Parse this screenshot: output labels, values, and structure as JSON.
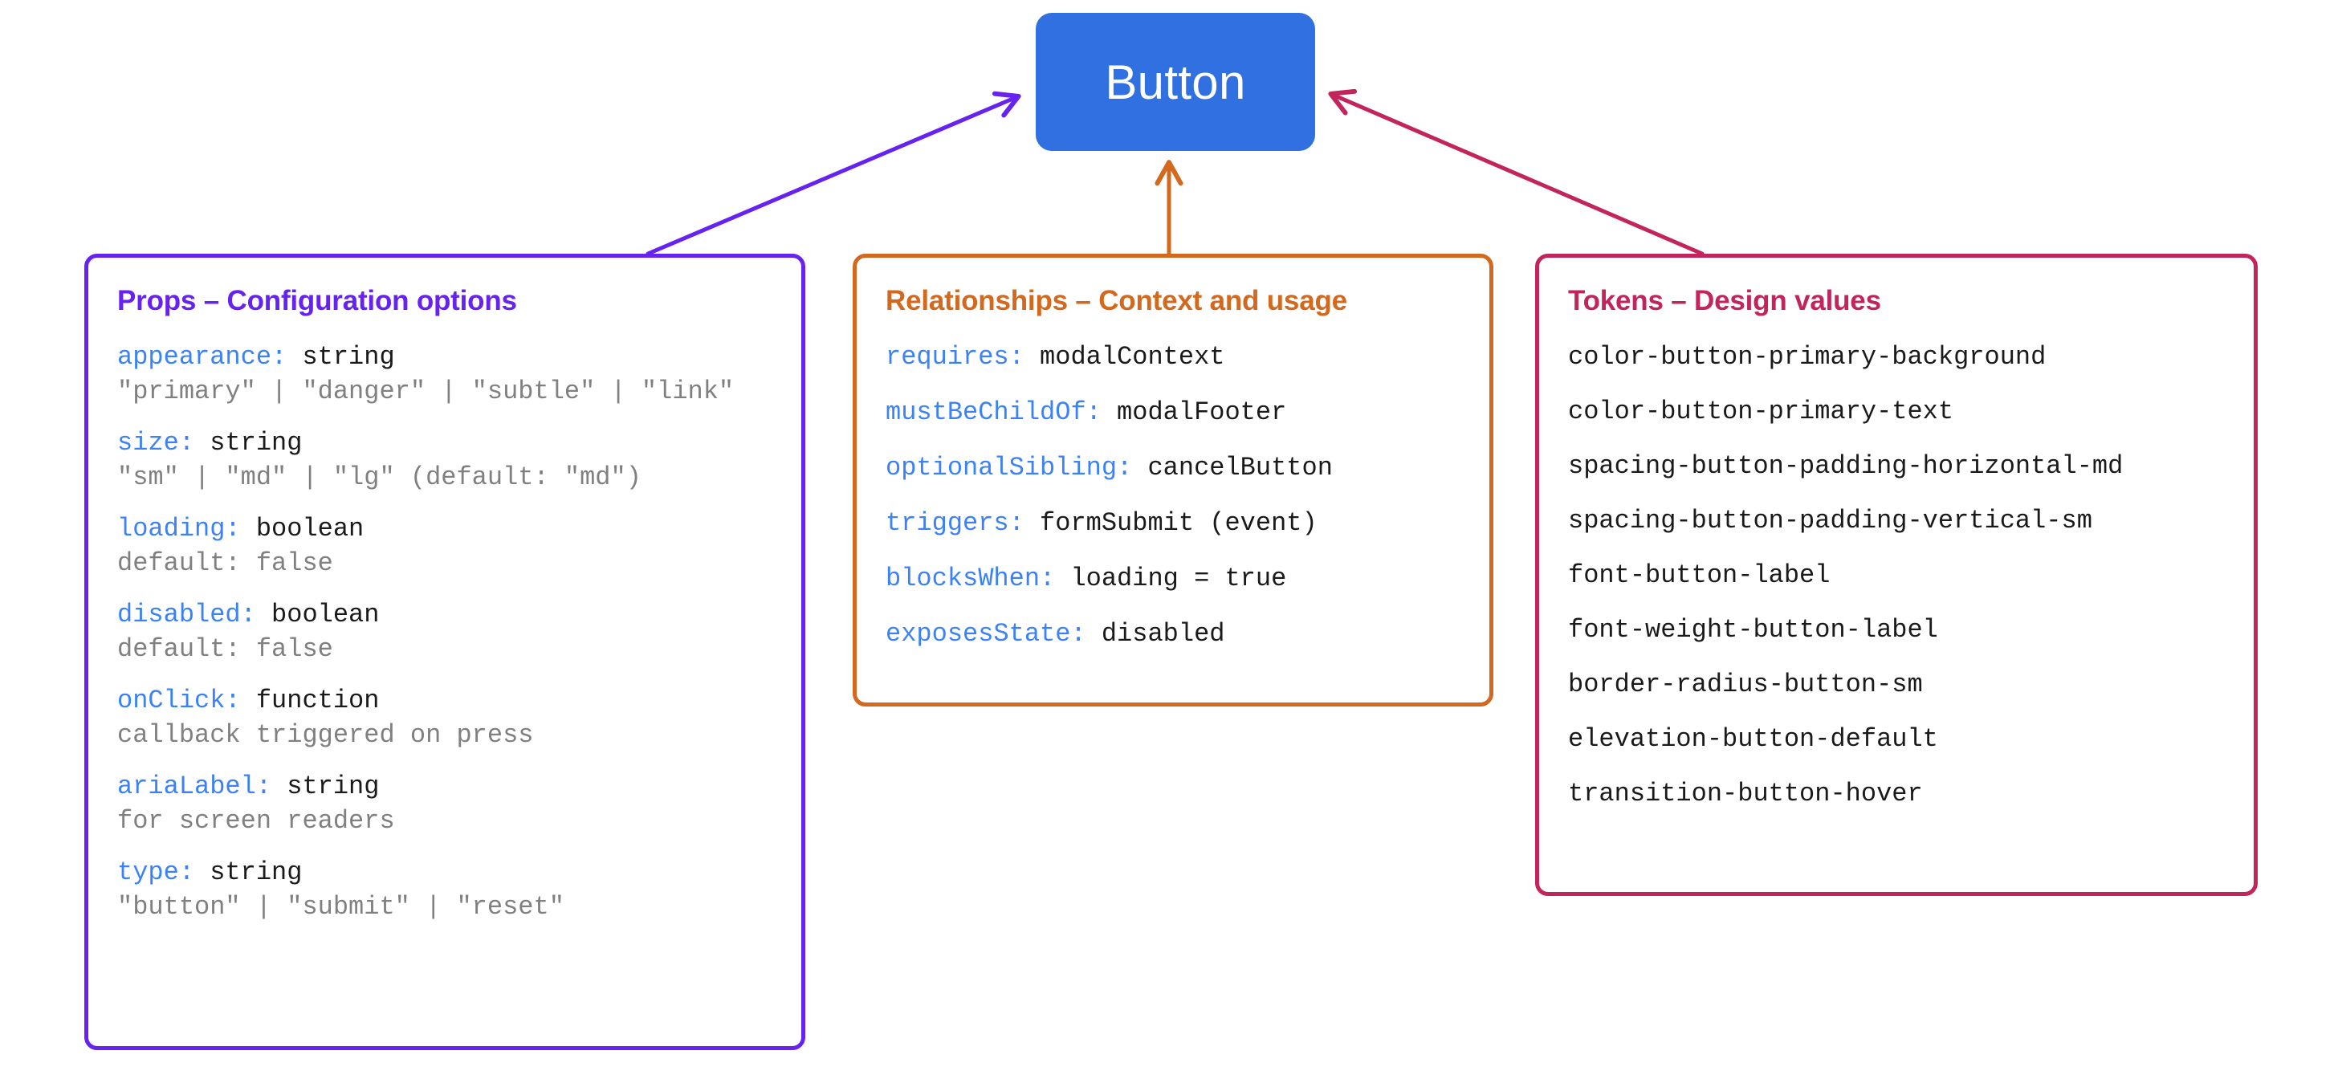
{
  "node": {
    "label": "Button",
    "color": "#3070e0",
    "text_color": "#ffffff"
  },
  "panels": {
    "props": {
      "title": "Props – Configuration options",
      "color": "#6622ee",
      "entries": [
        {
          "key": "appearance:",
          "type": "string",
          "detail": "\"primary\" | \"danger\" | \"subtle\" | \"link\""
        },
        {
          "key": "size:",
          "type": "string",
          "detail": "\"sm\" | \"md\" | \"lg\" (default: \"md\")"
        },
        {
          "key": "loading:",
          "type": "boolean",
          "detail": "default: false"
        },
        {
          "key": "disabled:",
          "type": "boolean",
          "detail": "default: false"
        },
        {
          "key": "onClick:",
          "type": "function",
          "detail": "callback triggered on press"
        },
        {
          "key": "ariaLabel:",
          "type": "string",
          "detail": "for screen readers"
        },
        {
          "key": "type:",
          "type": "string",
          "detail": "\"button\" | \"submit\" | \"reset\""
        }
      ]
    },
    "relationships": {
      "title": "Relationships – Context and usage",
      "color": "#d2691e",
      "entries": [
        {
          "key": "requires:",
          "type": "modalContext",
          "detail": ""
        },
        {
          "key": "mustBeChildOf:",
          "type": "modalFooter",
          "detail": ""
        },
        {
          "key": "optionalSibling:",
          "type": "cancelButton",
          "detail": ""
        },
        {
          "key": "triggers:",
          "type": "formSubmit (event)",
          "detail": ""
        },
        {
          "key": "blocksWhen:",
          "type": "loading = true",
          "detail": ""
        },
        {
          "key": "exposesState:",
          "type": "disabled",
          "detail": ""
        }
      ]
    },
    "tokens": {
      "title": "Tokens – Design values",
      "color": "#c2255c",
      "lines": [
        "color-button-primary-background",
        "color-button-primary-text",
        "spacing-button-padding-horizontal-md",
        "spacing-button-padding-vertical-sm",
        "font-button-label",
        "font-weight-button-label",
        "border-radius-button-sm",
        "elevation-button-default",
        "transition-button-hover"
      ]
    }
  },
  "arrows": [
    {
      "name": "props-to-button",
      "color": "#6622ee"
    },
    {
      "name": "relationships-to-button",
      "color": "#d2691e"
    },
    {
      "name": "tokens-to-button",
      "color": "#c2255c"
    }
  ]
}
